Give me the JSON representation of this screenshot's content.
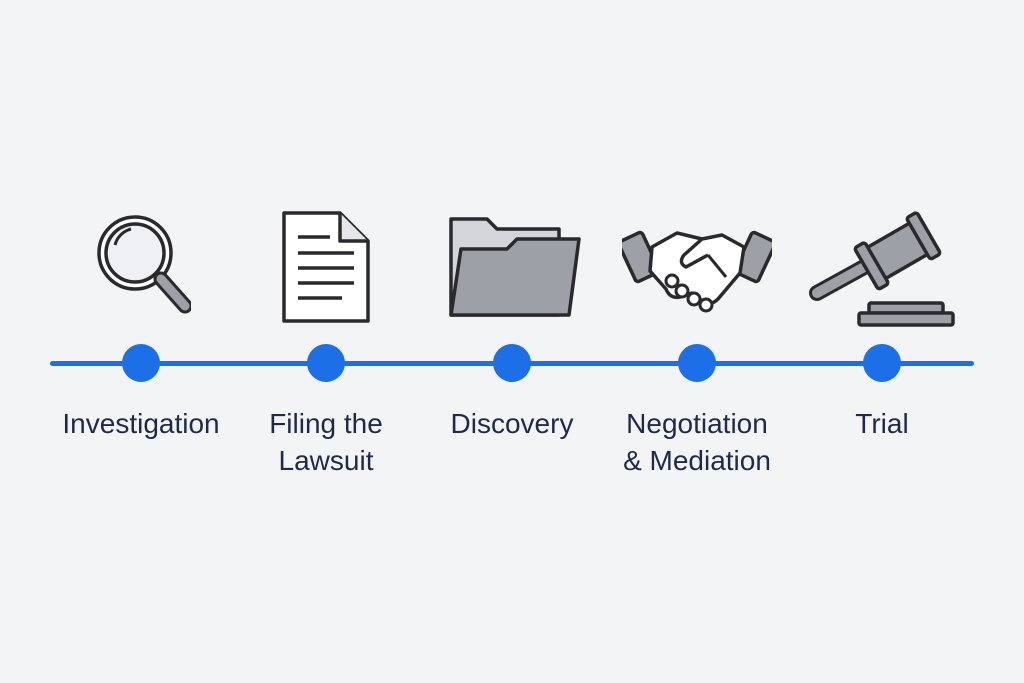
{
  "colors": {
    "background": "#f3f4f6",
    "accent": "#1c6fe6",
    "icon_fill": "#9ea0a8",
    "icon_stroke": "#2a2a2e",
    "label_text": "#1f2a4a"
  },
  "steps": [
    {
      "label": "Investigation",
      "icon": "magnifying-glass-icon"
    },
    {
      "label": "Filing the\nLawsuit",
      "icon": "document-icon"
    },
    {
      "label": "Discovery",
      "icon": "folder-icon"
    },
    {
      "label": "Negotiation\n& Mediation",
      "icon": "handshake-icon"
    },
    {
      "label": "Trial",
      "icon": "gavel-icon"
    }
  ]
}
